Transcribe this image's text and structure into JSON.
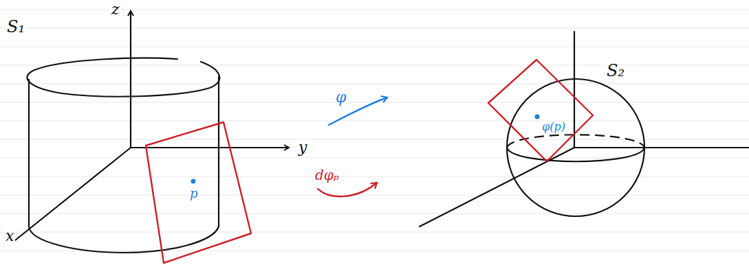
{
  "diagram": {
    "labels": [
      "z",
      "y",
      "x",
      "S₁",
      "p",
      "φ",
      "dφₚ",
      "S₂",
      "φ(p)"
    ]
  }
}
